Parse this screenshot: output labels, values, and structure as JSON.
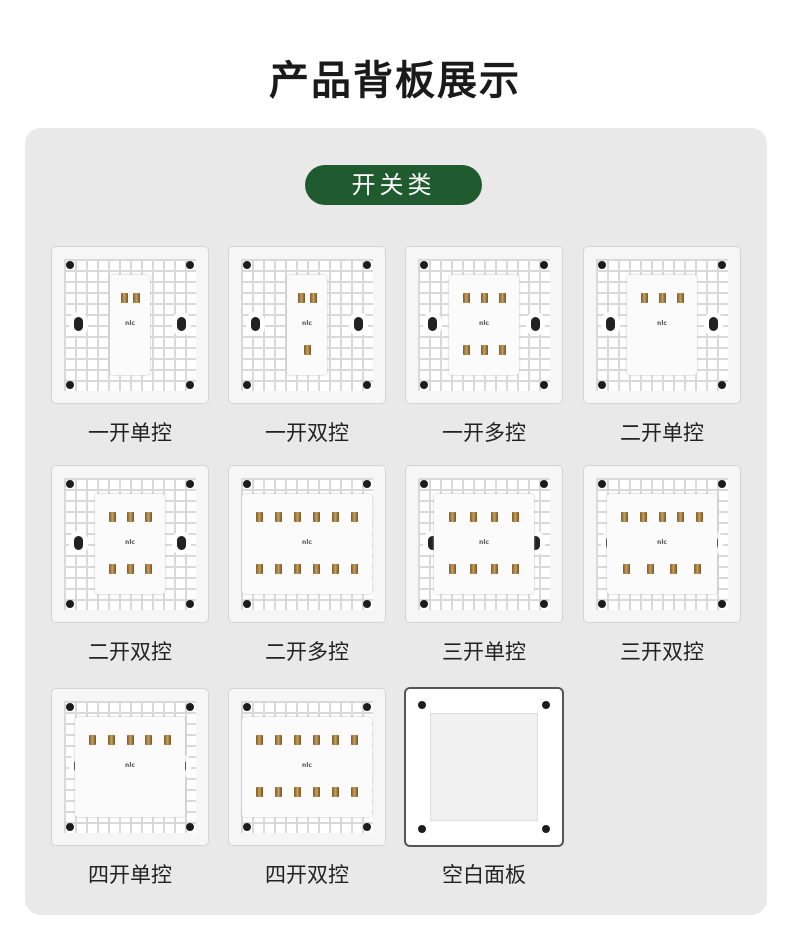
{
  "title": "产品背板展示",
  "section": {
    "label": "开关类",
    "color": "#1f5b2f"
  },
  "brand": "nlc",
  "products": [
    {
      "label": "一开单控"
    },
    {
      "label": "一开双控"
    },
    {
      "label": "一开多控"
    },
    {
      "label": "二开单控"
    },
    {
      "label": "二开双控"
    },
    {
      "label": "二开多控"
    },
    {
      "label": "三开单控"
    },
    {
      "label": "三开双控"
    },
    {
      "label": "四开单控"
    },
    {
      "label": "四开双控"
    },
    {
      "label": "空白面板"
    }
  ]
}
